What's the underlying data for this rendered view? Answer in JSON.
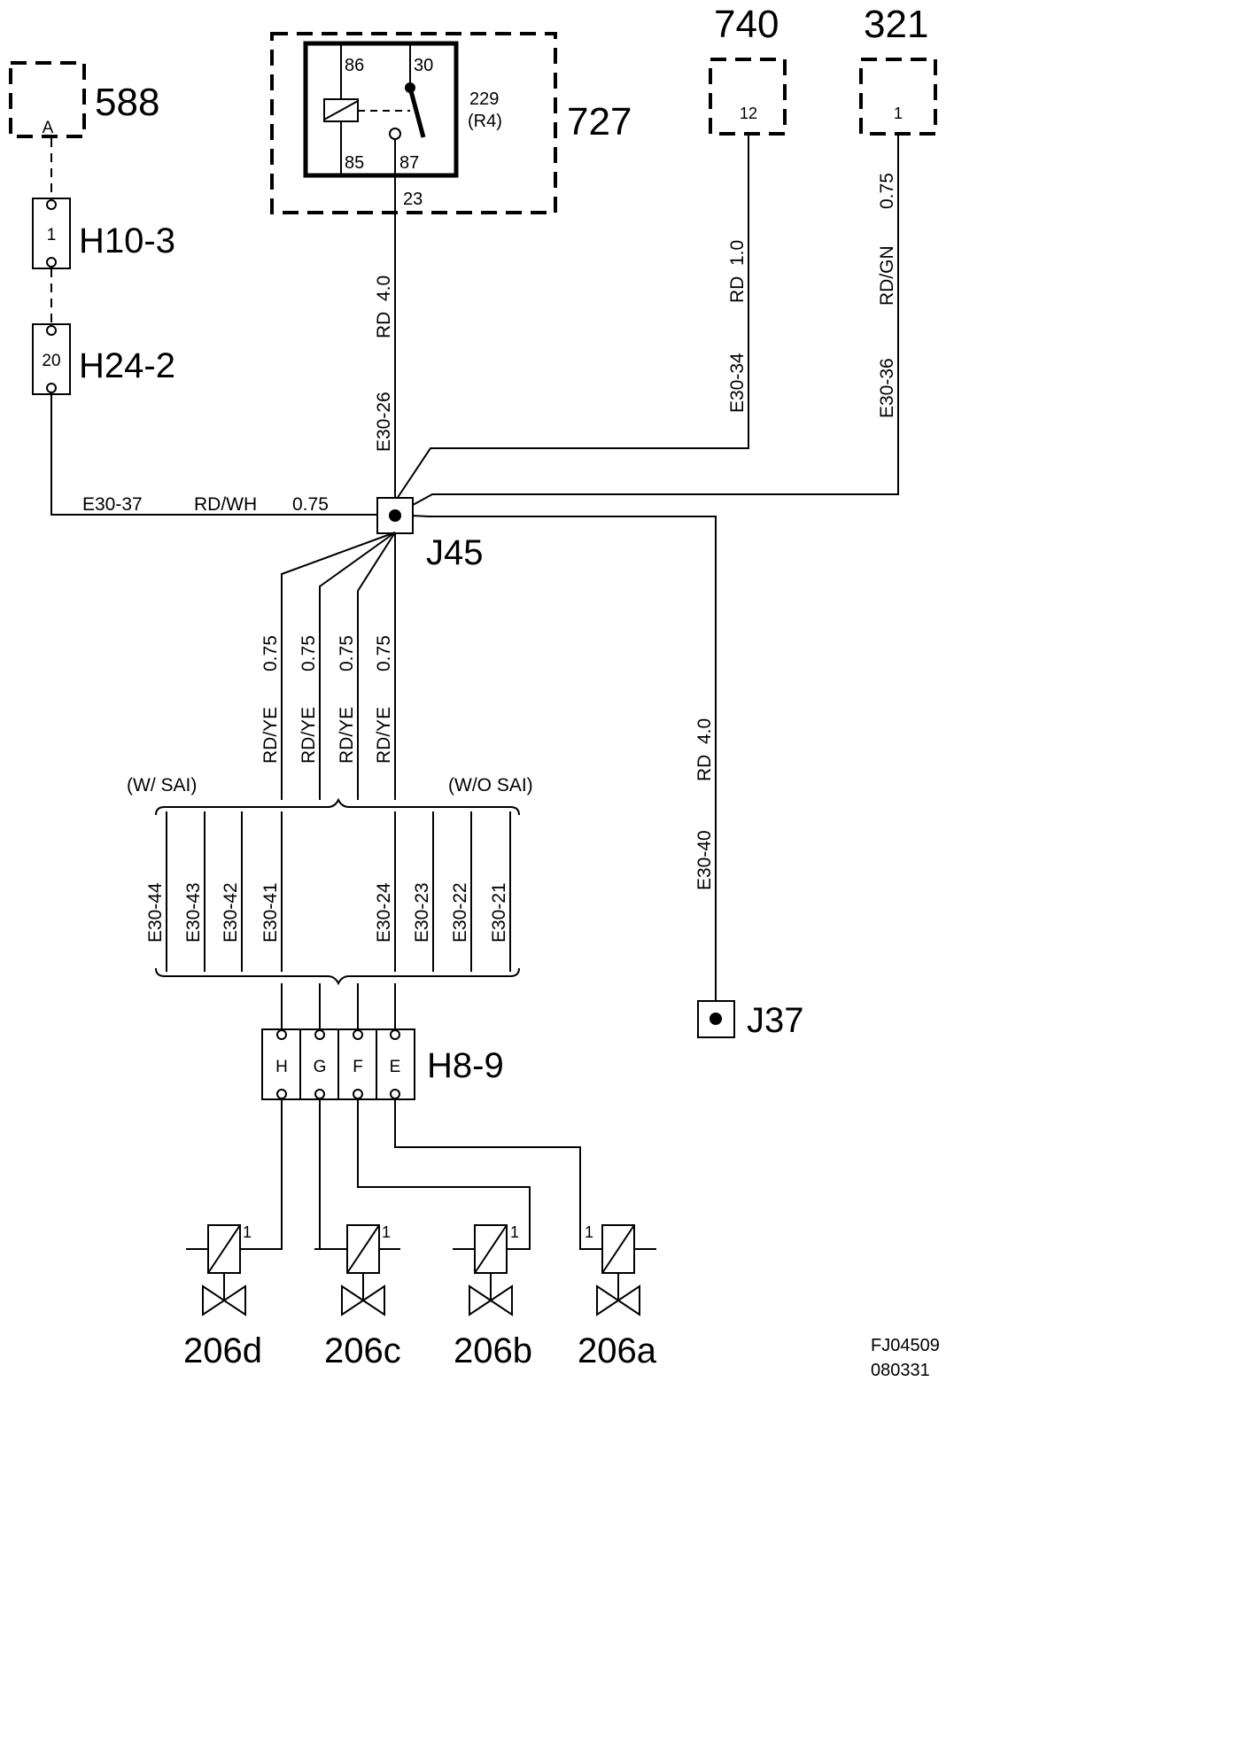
{
  "components": {
    "c588": {
      "number": "588",
      "pin": "A"
    },
    "c727": {
      "number": "727",
      "relay_id": "229",
      "relay_ref": "(R4)",
      "pins": [
        "86",
        "30",
        "85",
        "87"
      ],
      "output_pin": "23"
    },
    "c740": {
      "number": "740",
      "pin": "12"
    },
    "c321": {
      "number": "321",
      "pin": "1"
    },
    "c206d": {
      "number": "206d",
      "pin": "1"
    },
    "c206c": {
      "number": "206c",
      "pin": "1"
    },
    "c206b": {
      "number": "206b",
      "pin": "1"
    },
    "c206a": {
      "number": "206a",
      "pin": "1"
    }
  },
  "connectors": {
    "h10_3": {
      "label": "H10-3",
      "pin": "1"
    },
    "h24_2": {
      "label": "H24-2",
      "pin": "20"
    },
    "h8_9": {
      "label": "H8-9",
      "pins": [
        "H",
        "G",
        "F",
        "E"
      ]
    }
  },
  "junctions": {
    "j45": "J45",
    "j37": "J37"
  },
  "wires": {
    "w_e30_26": {
      "circuit": "E30-26",
      "color": "RD",
      "size": "4.0"
    },
    "w_e30_34": {
      "circuit": "E30-34",
      "color": "RD",
      "size": "1.0"
    },
    "w_e30_36": {
      "circuit": "E30-36",
      "color": "RD/GN",
      "size": "0.75"
    },
    "w_e30_37": {
      "circuit": "E30-37",
      "color": "RD/WH",
      "size": "0.75"
    },
    "w_e30_40": {
      "circuit": "E30-40",
      "color": "RD",
      "size": "4.0"
    },
    "branch": [
      {
        "color": "RD/YE",
        "size": "0.75"
      },
      {
        "color": "RD/YE",
        "size": "0.75"
      },
      {
        "color": "RD/YE",
        "size": "0.75"
      },
      {
        "color": "RD/YE",
        "size": "0.75"
      }
    ]
  },
  "variants": {
    "with_sai": "(W/ SAI)",
    "without_sai": "(W/O SAI)",
    "with_sai_circuits": [
      "E30-44",
      "E30-43",
      "E30-42",
      "E30-41"
    ],
    "without_sai_circuits": [
      "E30-24",
      "E30-23",
      "E30-22",
      "E30-21"
    ]
  },
  "drawing": {
    "id": "FJ04509",
    "date": "080331"
  }
}
